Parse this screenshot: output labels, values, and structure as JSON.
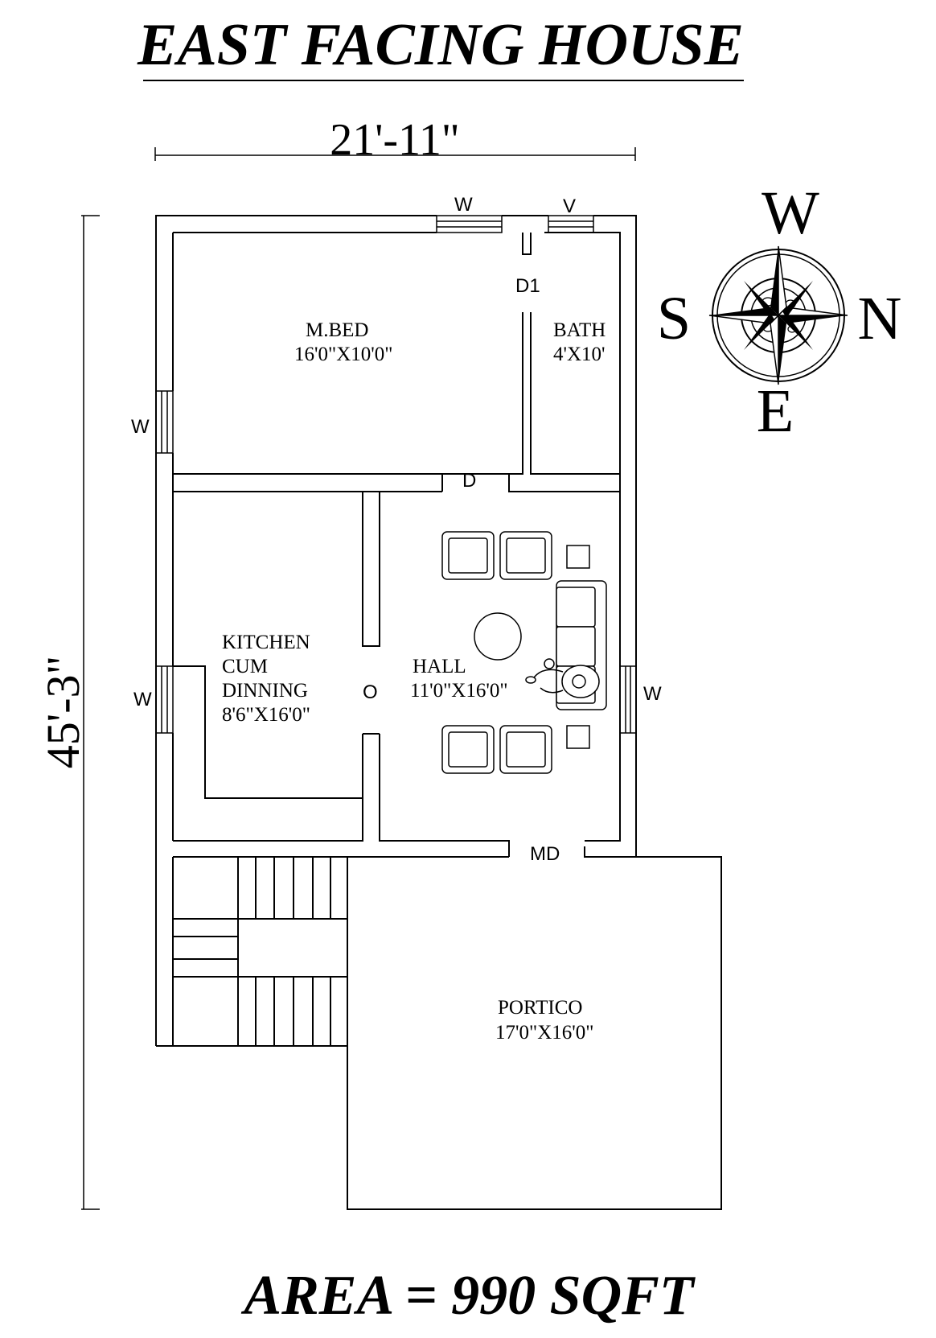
{
  "title": "EAST FACING HOUSE",
  "dimensions": {
    "width": "21'-11\"",
    "height": "45'-3\""
  },
  "area": "AREA = 990 SQFT",
  "rooms": {
    "mbed": {
      "name": "M.BED",
      "size": "16'0\"X10'0\""
    },
    "bath": {
      "name": "BATH",
      "size": "4'X10'"
    },
    "kitchen": {
      "name_line1": "KITCHEN",
      "name_line2": "CUM",
      "name_line3": "DINNING",
      "size": "8'6\"X16'0\""
    },
    "hall": {
      "name": "HALL",
      "size": "11'0\"X16'0\""
    },
    "portico": {
      "name": "PORTICO",
      "size": "17'0\"X16'0\""
    }
  },
  "openings": {
    "window": "W",
    "ventilator": "V",
    "door": "D",
    "door_bath": "D1",
    "main_door": "MD",
    "opening": "O"
  },
  "compass": {
    "north": "N",
    "south": "S",
    "east": "E",
    "west": "W"
  },
  "colors": {
    "line": "#000000",
    "background": "#ffffff"
  }
}
